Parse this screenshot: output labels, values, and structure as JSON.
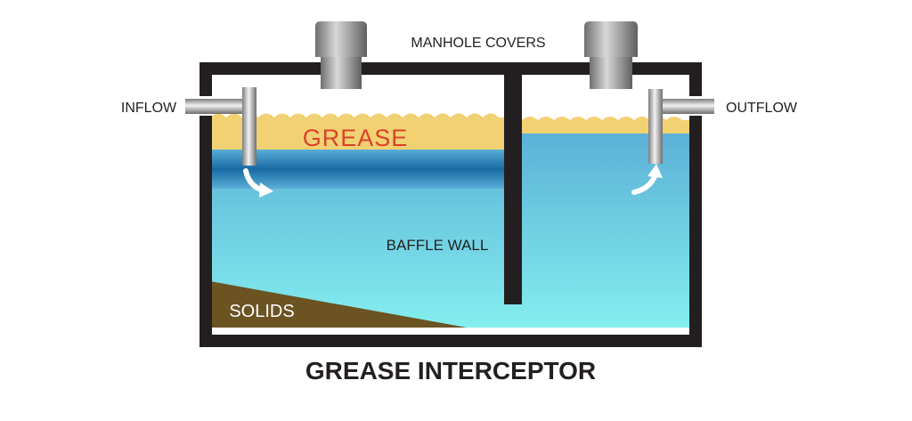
{
  "labels": {
    "manhole_covers": "MANHOLE COVERS",
    "inflow": "INFLOW",
    "outflow": "OUTFLOW",
    "grease": "GREASE",
    "baffle_wall": "BAFFLE WALL",
    "solids": "SOLIDS",
    "title": "GREASE INTERCEPTOR"
  },
  "colors": {
    "tank_wall": "#231f20",
    "grease_layer": "#f2d173",
    "grease_text": "#d9432a",
    "water_top": "#5aaed6",
    "water_bottom": "#7eeaea",
    "water_band_dark": "#1f6fa8",
    "solids": "#6b5322",
    "solids_text": "#ffffff",
    "pipe_light": "#e8e8e8",
    "pipe_dark": "#8a8a8a",
    "arrow": "#ffffff"
  }
}
